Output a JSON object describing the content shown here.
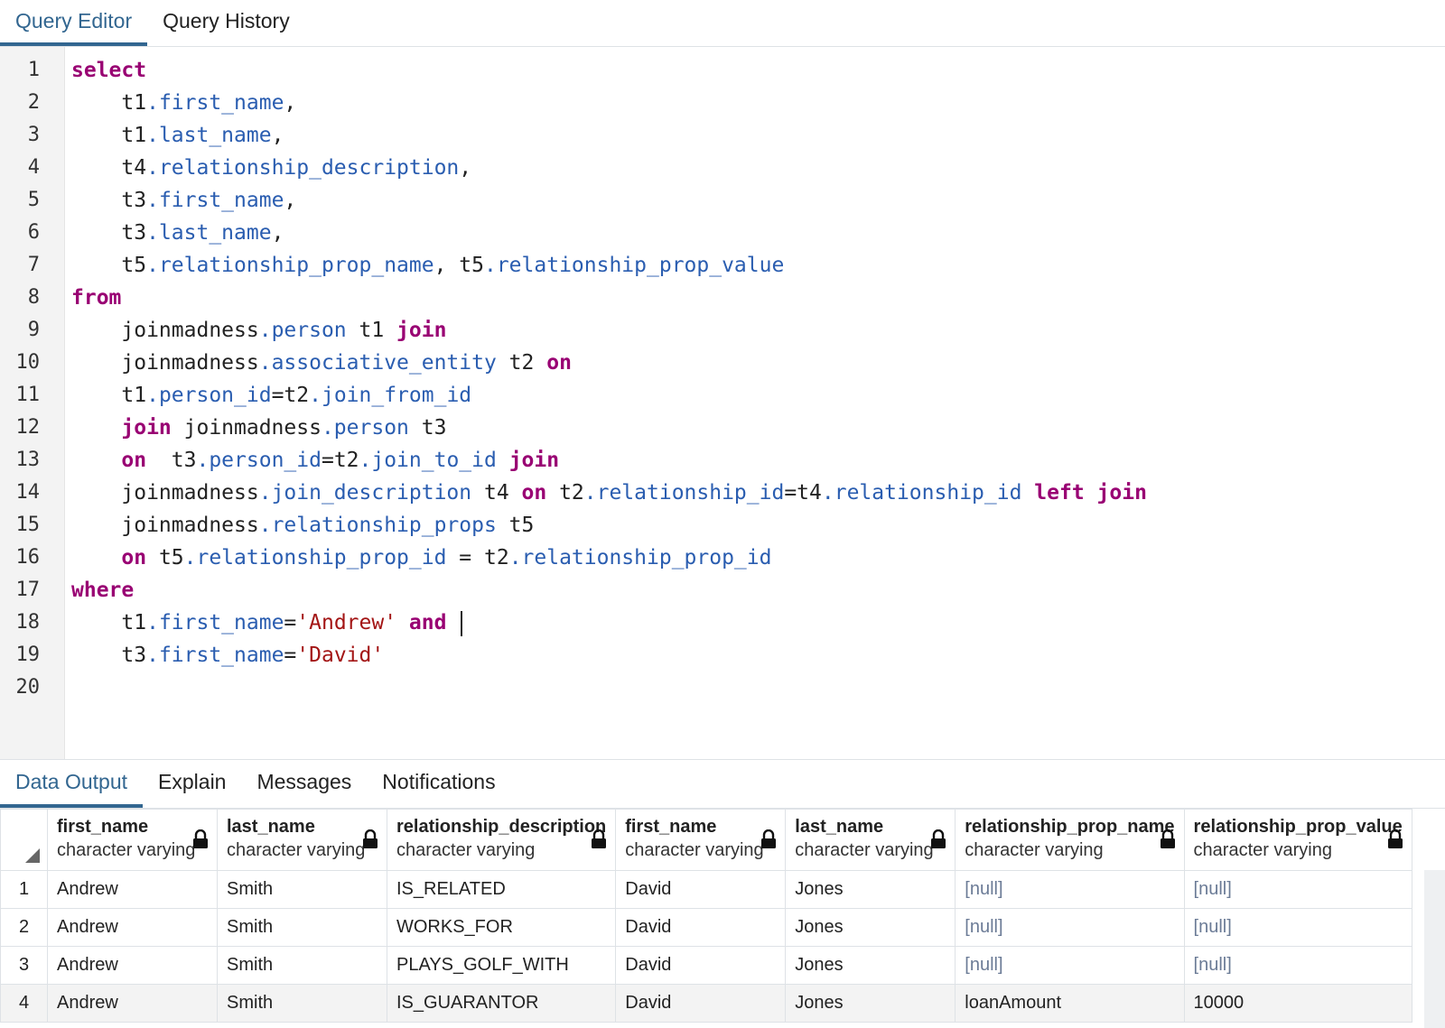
{
  "top_tabs": [
    {
      "label": "Query Editor",
      "active": true
    },
    {
      "label": "Query History",
      "active": false
    }
  ],
  "editor": {
    "lines": [
      [
        {
          "t": "k",
          "v": "select"
        }
      ],
      [
        {
          "t": "x",
          "v": "    t1"
        },
        {
          "t": "p",
          "v": ".first_name"
        },
        {
          "t": "x",
          "v": ","
        }
      ],
      [
        {
          "t": "x",
          "v": "    t1"
        },
        {
          "t": "p",
          "v": ".last_name"
        },
        {
          "t": "x",
          "v": ","
        }
      ],
      [
        {
          "t": "x",
          "v": "    t4"
        },
        {
          "t": "p",
          "v": ".relationship_description"
        },
        {
          "t": "x",
          "v": ","
        }
      ],
      [
        {
          "t": "x",
          "v": "    t3"
        },
        {
          "t": "p",
          "v": ".first_name"
        },
        {
          "t": "x",
          "v": ","
        }
      ],
      [
        {
          "t": "x",
          "v": "    t3"
        },
        {
          "t": "p",
          "v": ".last_name"
        },
        {
          "t": "x",
          "v": ","
        }
      ],
      [
        {
          "t": "x",
          "v": "    t5"
        },
        {
          "t": "p",
          "v": ".relationship_prop_name"
        },
        {
          "t": "x",
          "v": ", t5"
        },
        {
          "t": "p",
          "v": ".relationship_prop_value"
        }
      ],
      [
        {
          "t": "k",
          "v": "from"
        }
      ],
      [
        {
          "t": "x",
          "v": "    joinmadness"
        },
        {
          "t": "p",
          "v": ".person"
        },
        {
          "t": "x",
          "v": " t1 "
        },
        {
          "t": "k",
          "v": "join"
        }
      ],
      [
        {
          "t": "x",
          "v": "    joinmadness"
        },
        {
          "t": "p",
          "v": ".associative_entity"
        },
        {
          "t": "x",
          "v": " t2 "
        },
        {
          "t": "k",
          "v": "on"
        }
      ],
      [
        {
          "t": "x",
          "v": "    t1"
        },
        {
          "t": "p",
          "v": ".person_id"
        },
        {
          "t": "x",
          "v": "=t2"
        },
        {
          "t": "p",
          "v": ".join_from_id"
        }
      ],
      [
        {
          "t": "x",
          "v": "    "
        },
        {
          "t": "k",
          "v": "join"
        },
        {
          "t": "x",
          "v": " joinmadness"
        },
        {
          "t": "p",
          "v": ".person"
        },
        {
          "t": "x",
          "v": " t3"
        }
      ],
      [
        {
          "t": "x",
          "v": "    "
        },
        {
          "t": "k",
          "v": "on"
        },
        {
          "t": "x",
          "v": "  t3"
        },
        {
          "t": "p",
          "v": ".person_id"
        },
        {
          "t": "x",
          "v": "=t2"
        },
        {
          "t": "p",
          "v": ".join_to_id"
        },
        {
          "t": "x",
          "v": " "
        },
        {
          "t": "k",
          "v": "join"
        }
      ],
      [
        {
          "t": "x",
          "v": "    joinmadness"
        },
        {
          "t": "p",
          "v": ".join_description"
        },
        {
          "t": "x",
          "v": " t4 "
        },
        {
          "t": "k",
          "v": "on"
        },
        {
          "t": "x",
          "v": " t2"
        },
        {
          "t": "p",
          "v": ".relationship_id"
        },
        {
          "t": "x",
          "v": "=t4"
        },
        {
          "t": "p",
          "v": ".relationship_id"
        },
        {
          "t": "x",
          "v": " "
        },
        {
          "t": "k",
          "v": "left join"
        }
      ],
      [
        {
          "t": "x",
          "v": "    joinmadness"
        },
        {
          "t": "p",
          "v": ".relationship_props"
        },
        {
          "t": "x",
          "v": " t5"
        }
      ],
      [
        {
          "t": "x",
          "v": "    "
        },
        {
          "t": "k",
          "v": "on"
        },
        {
          "t": "x",
          "v": " t5"
        },
        {
          "t": "p",
          "v": ".relationship_prop_id"
        },
        {
          "t": "x",
          "v": " = t2"
        },
        {
          "t": "p",
          "v": ".relationship_prop_id"
        }
      ],
      [
        {
          "t": "k",
          "v": "where"
        }
      ],
      [
        {
          "t": "x",
          "v": "    t1"
        },
        {
          "t": "p",
          "v": ".first_name"
        },
        {
          "t": "x",
          "v": "="
        },
        {
          "t": "s",
          "v": "'Andrew'"
        },
        {
          "t": "x",
          "v": " "
        },
        {
          "t": "k",
          "v": "and"
        },
        {
          "t": "x",
          "v": " "
        },
        {
          "t": "c",
          "v": ""
        }
      ],
      [
        {
          "t": "x",
          "v": "    t3"
        },
        {
          "t": "p",
          "v": ".first_name"
        },
        {
          "t": "x",
          "v": "="
        },
        {
          "t": "s",
          "v": "'David'"
        }
      ],
      []
    ]
  },
  "bottom_tabs": [
    {
      "label": "Data Output",
      "active": true
    },
    {
      "label": "Explain",
      "active": false
    },
    {
      "label": "Messages",
      "active": false
    },
    {
      "label": "Notifications",
      "active": false
    }
  ],
  "grid": {
    "columns": [
      {
        "name": "first_name",
        "type": "character varying"
      },
      {
        "name": "last_name",
        "type": "character varying"
      },
      {
        "name": "relationship_description",
        "type": "character varying"
      },
      {
        "name": "first_name",
        "type": "character varying"
      },
      {
        "name": "last_name",
        "type": "character varying"
      },
      {
        "name": "relationship_prop_name",
        "type": "character varying"
      },
      {
        "name": "relationship_prop_value",
        "type": "character varying"
      }
    ],
    "rows": [
      {
        "num": "1",
        "cells": [
          "Andrew",
          "Smith",
          "IS_RELATED",
          "David",
          "Jones",
          "[null]",
          "[null]"
        ]
      },
      {
        "num": "2",
        "cells": [
          "Andrew",
          "Smith",
          "WORKS_FOR",
          "David",
          "Jones",
          "[null]",
          "[null]"
        ]
      },
      {
        "num": "3",
        "cells": [
          "Andrew",
          "Smith",
          "PLAYS_GOLF_WITH",
          "David",
          "Jones",
          "[null]",
          "[null]"
        ]
      },
      {
        "num": "4",
        "cells": [
          "Andrew",
          "Smith",
          "IS_GUARANTOR",
          "David",
          "Jones",
          "loanAmount",
          "10000"
        ]
      }
    ],
    "selected_row": 3,
    "null_text": "[null]"
  }
}
